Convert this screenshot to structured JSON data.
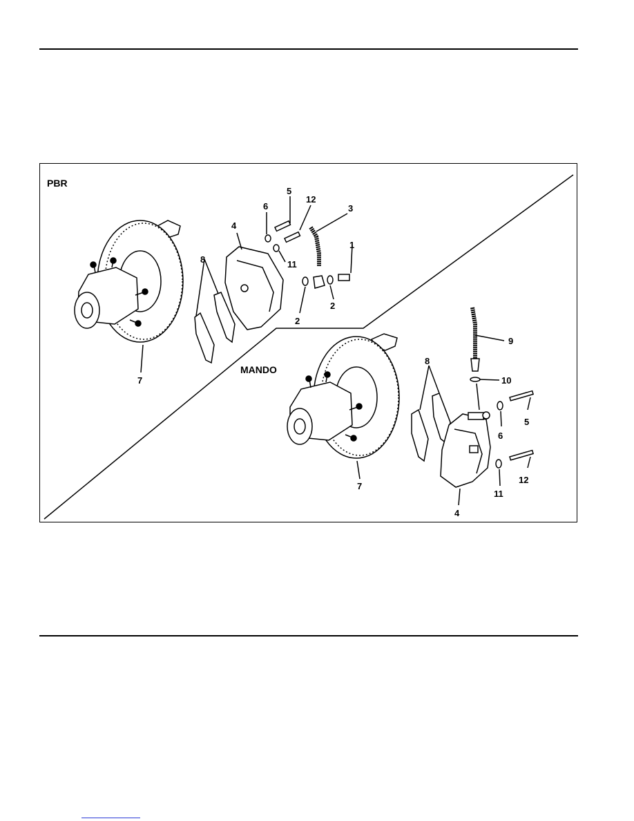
{
  "diagram": {
    "variants": {
      "pbr": "PBR",
      "mando": "MANDO"
    },
    "pbr_callouts": {
      "c1": "1",
      "c2a": "2",
      "c2b": "2",
      "c3": "3",
      "c4": "4",
      "c5": "5",
      "c6": "6",
      "c7": "7",
      "c8": "8",
      "c11": "11",
      "c12": "12"
    },
    "mando_callouts": {
      "c4": "4",
      "c5": "5",
      "c6": "6",
      "c7": "7",
      "c8": "8",
      "c9": "9",
      "c10": "10",
      "c11": "11",
      "c12": "12"
    }
  },
  "colors": {
    "ink": "#000000",
    "paper": "#ffffff",
    "footer_link": "#2b3bd6"
  }
}
